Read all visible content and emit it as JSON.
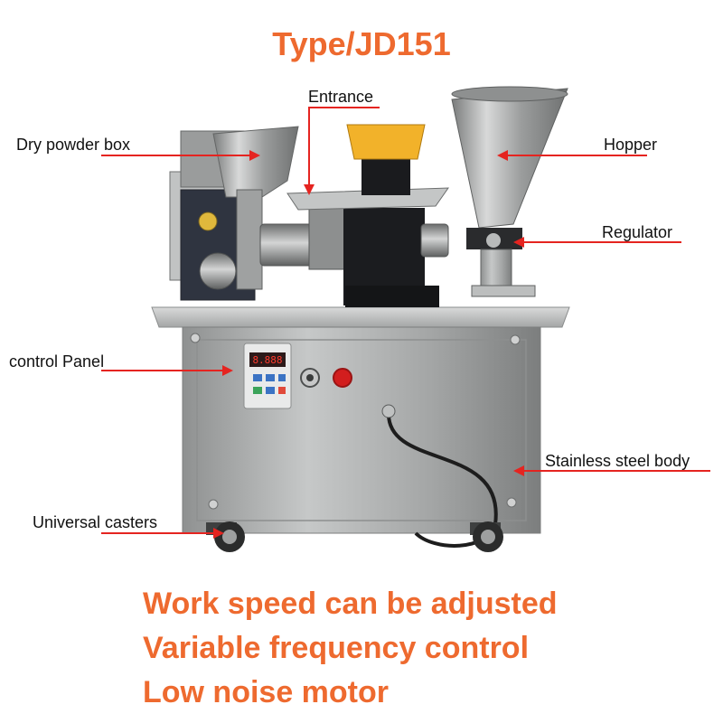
{
  "title": "Type/JD151",
  "labels": {
    "dry_powder_box": "Dry powder box",
    "entrance": "Entrance",
    "hopper": "Hopper",
    "regulator": "Regulator",
    "control_panel": "control Panel",
    "stainless_body": "Stainless steel body",
    "universal_casters": "Universal casters"
  },
  "display_reading": "8.888",
  "features": [
    "Work speed can be adjusted",
    "Variable frequency control",
    "Low noise motor"
  ],
  "colors": {
    "accent": "#ee6a2f",
    "callout": "#e52420",
    "steel": "#a9aaaa",
    "hopper_yellow": "#f2b22a"
  }
}
